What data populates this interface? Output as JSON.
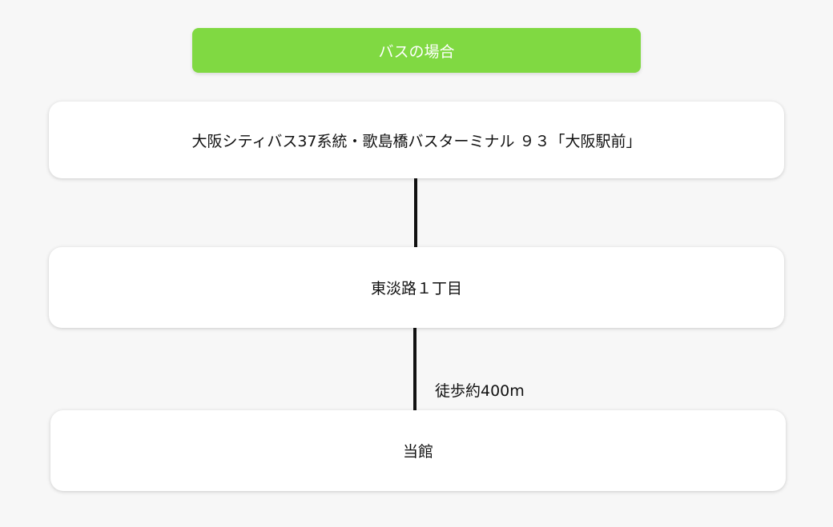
{
  "header": {
    "title": "バスの場合"
  },
  "steps": [
    {
      "label": "大阪シティバス37系統・歌島橋バスターミナル ９３「大阪駅前」"
    },
    {
      "label": "東淡路１丁目"
    },
    {
      "label": "当館"
    }
  ],
  "connectors": [
    {
      "note": "徒歩約400m"
    }
  ]
}
